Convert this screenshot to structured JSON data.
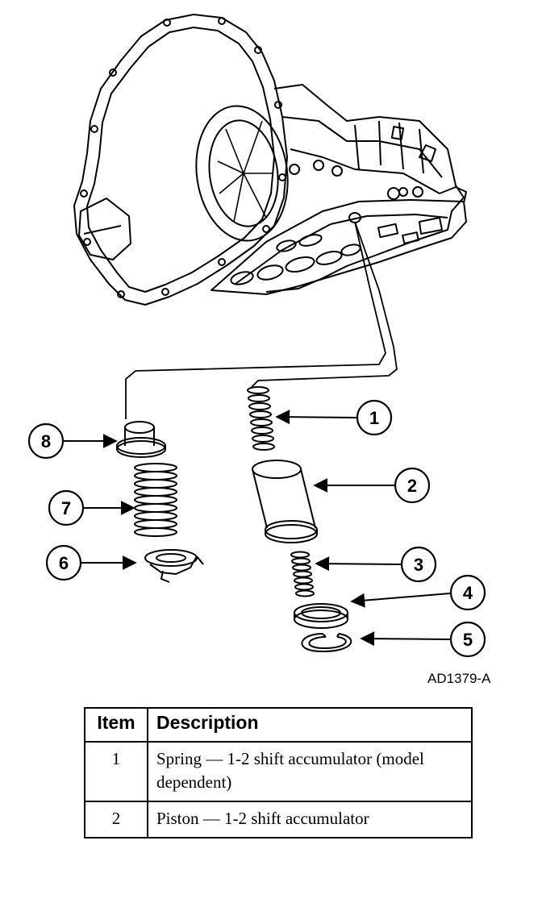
{
  "figure_id": "AD1379-A",
  "callouts": [
    "1",
    "2",
    "3",
    "4",
    "5",
    "6",
    "7",
    "8"
  ],
  "table": {
    "headers": [
      "Item",
      "Description"
    ],
    "rows": [
      {
        "item": "1",
        "description": "Spring — 1-2 shift accumulator (model dependent)"
      },
      {
        "item": "2",
        "description": "Piston — 1-2 shift accumulator"
      }
    ]
  }
}
